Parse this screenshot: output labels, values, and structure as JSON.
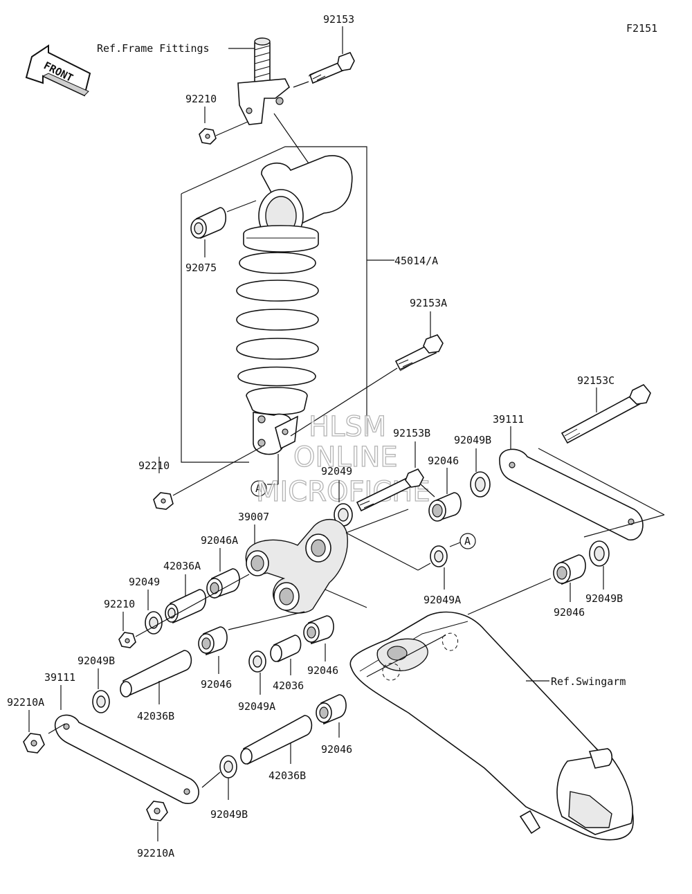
{
  "diagram_code": "F2151",
  "front_arrow": {
    "label": "FRONT"
  },
  "refs": {
    "frame_fittings": "Ref.Frame Fittings",
    "swingarm": "Ref.Swingarm"
  },
  "watermark": {
    "line1": "HLSM",
    "line2": "ONLINE",
    "line3": "MICROFICHE"
  },
  "callout": {
    "marker": "A"
  },
  "part_labels": {
    "p92153": "92153",
    "p92210_top": "92210",
    "p92075": "92075",
    "p45014A": "45014/A",
    "p92153A": "92153A",
    "p92153C": "92153C",
    "p39111_right": "39111",
    "p92049B_r1": "92049B",
    "p92153B": "92153B",
    "p92046_r1": "92046",
    "p92049_mid": "92049",
    "p92210_mid": "92210",
    "p39007": "39007",
    "p92046A": "92046A",
    "p42036A": "42036A",
    "p92049_left": "92049",
    "p92210_left": "92210",
    "p92049A_right": "92049A",
    "p92049B_r2": "92049B",
    "p92046_r2": "92046",
    "p92049B_left": "92049B",
    "p39111_left": "39111",
    "p92210A_left": "92210A",
    "p42036B_left": "42036B",
    "p92046_mid1": "92046",
    "p92049A_mid": "92049A",
    "p42036": "42036",
    "p92046_mid2": "92046",
    "p92046_low": "92046",
    "p42036B_low": "42036B",
    "p92049B_low": "92049B",
    "p92210A_low": "92210A"
  }
}
